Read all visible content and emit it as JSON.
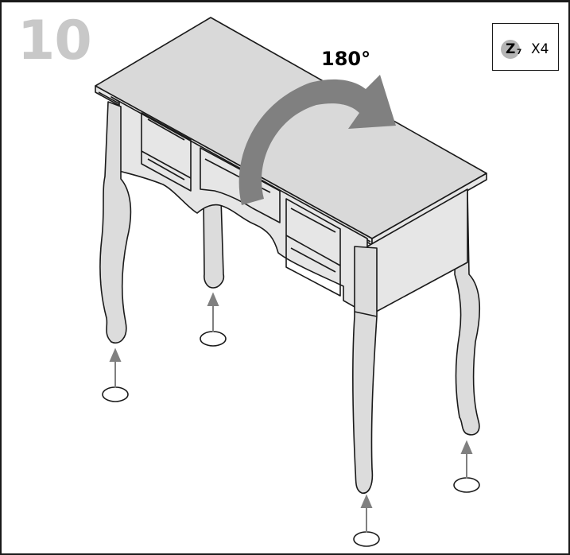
{
  "step": {
    "number": "10"
  },
  "parts": {
    "letter": "Z",
    "subscript": "7",
    "quantity": "X4"
  },
  "rotation": {
    "label": "180°"
  },
  "colors": {
    "line": "#1a1a1a",
    "table_top": "#d9d9d9",
    "table_side": "#e6e6e6",
    "leg": "#dcdcdc",
    "arrow": "#808080",
    "step_number": "#c8c8c8",
    "badge": "#b5b5b5"
  },
  "icons": {
    "rotation_arrow": "curved-arrow-icon",
    "foot_pad": "felt-pad-icon",
    "insert_arrow": "up-arrow-icon"
  }
}
